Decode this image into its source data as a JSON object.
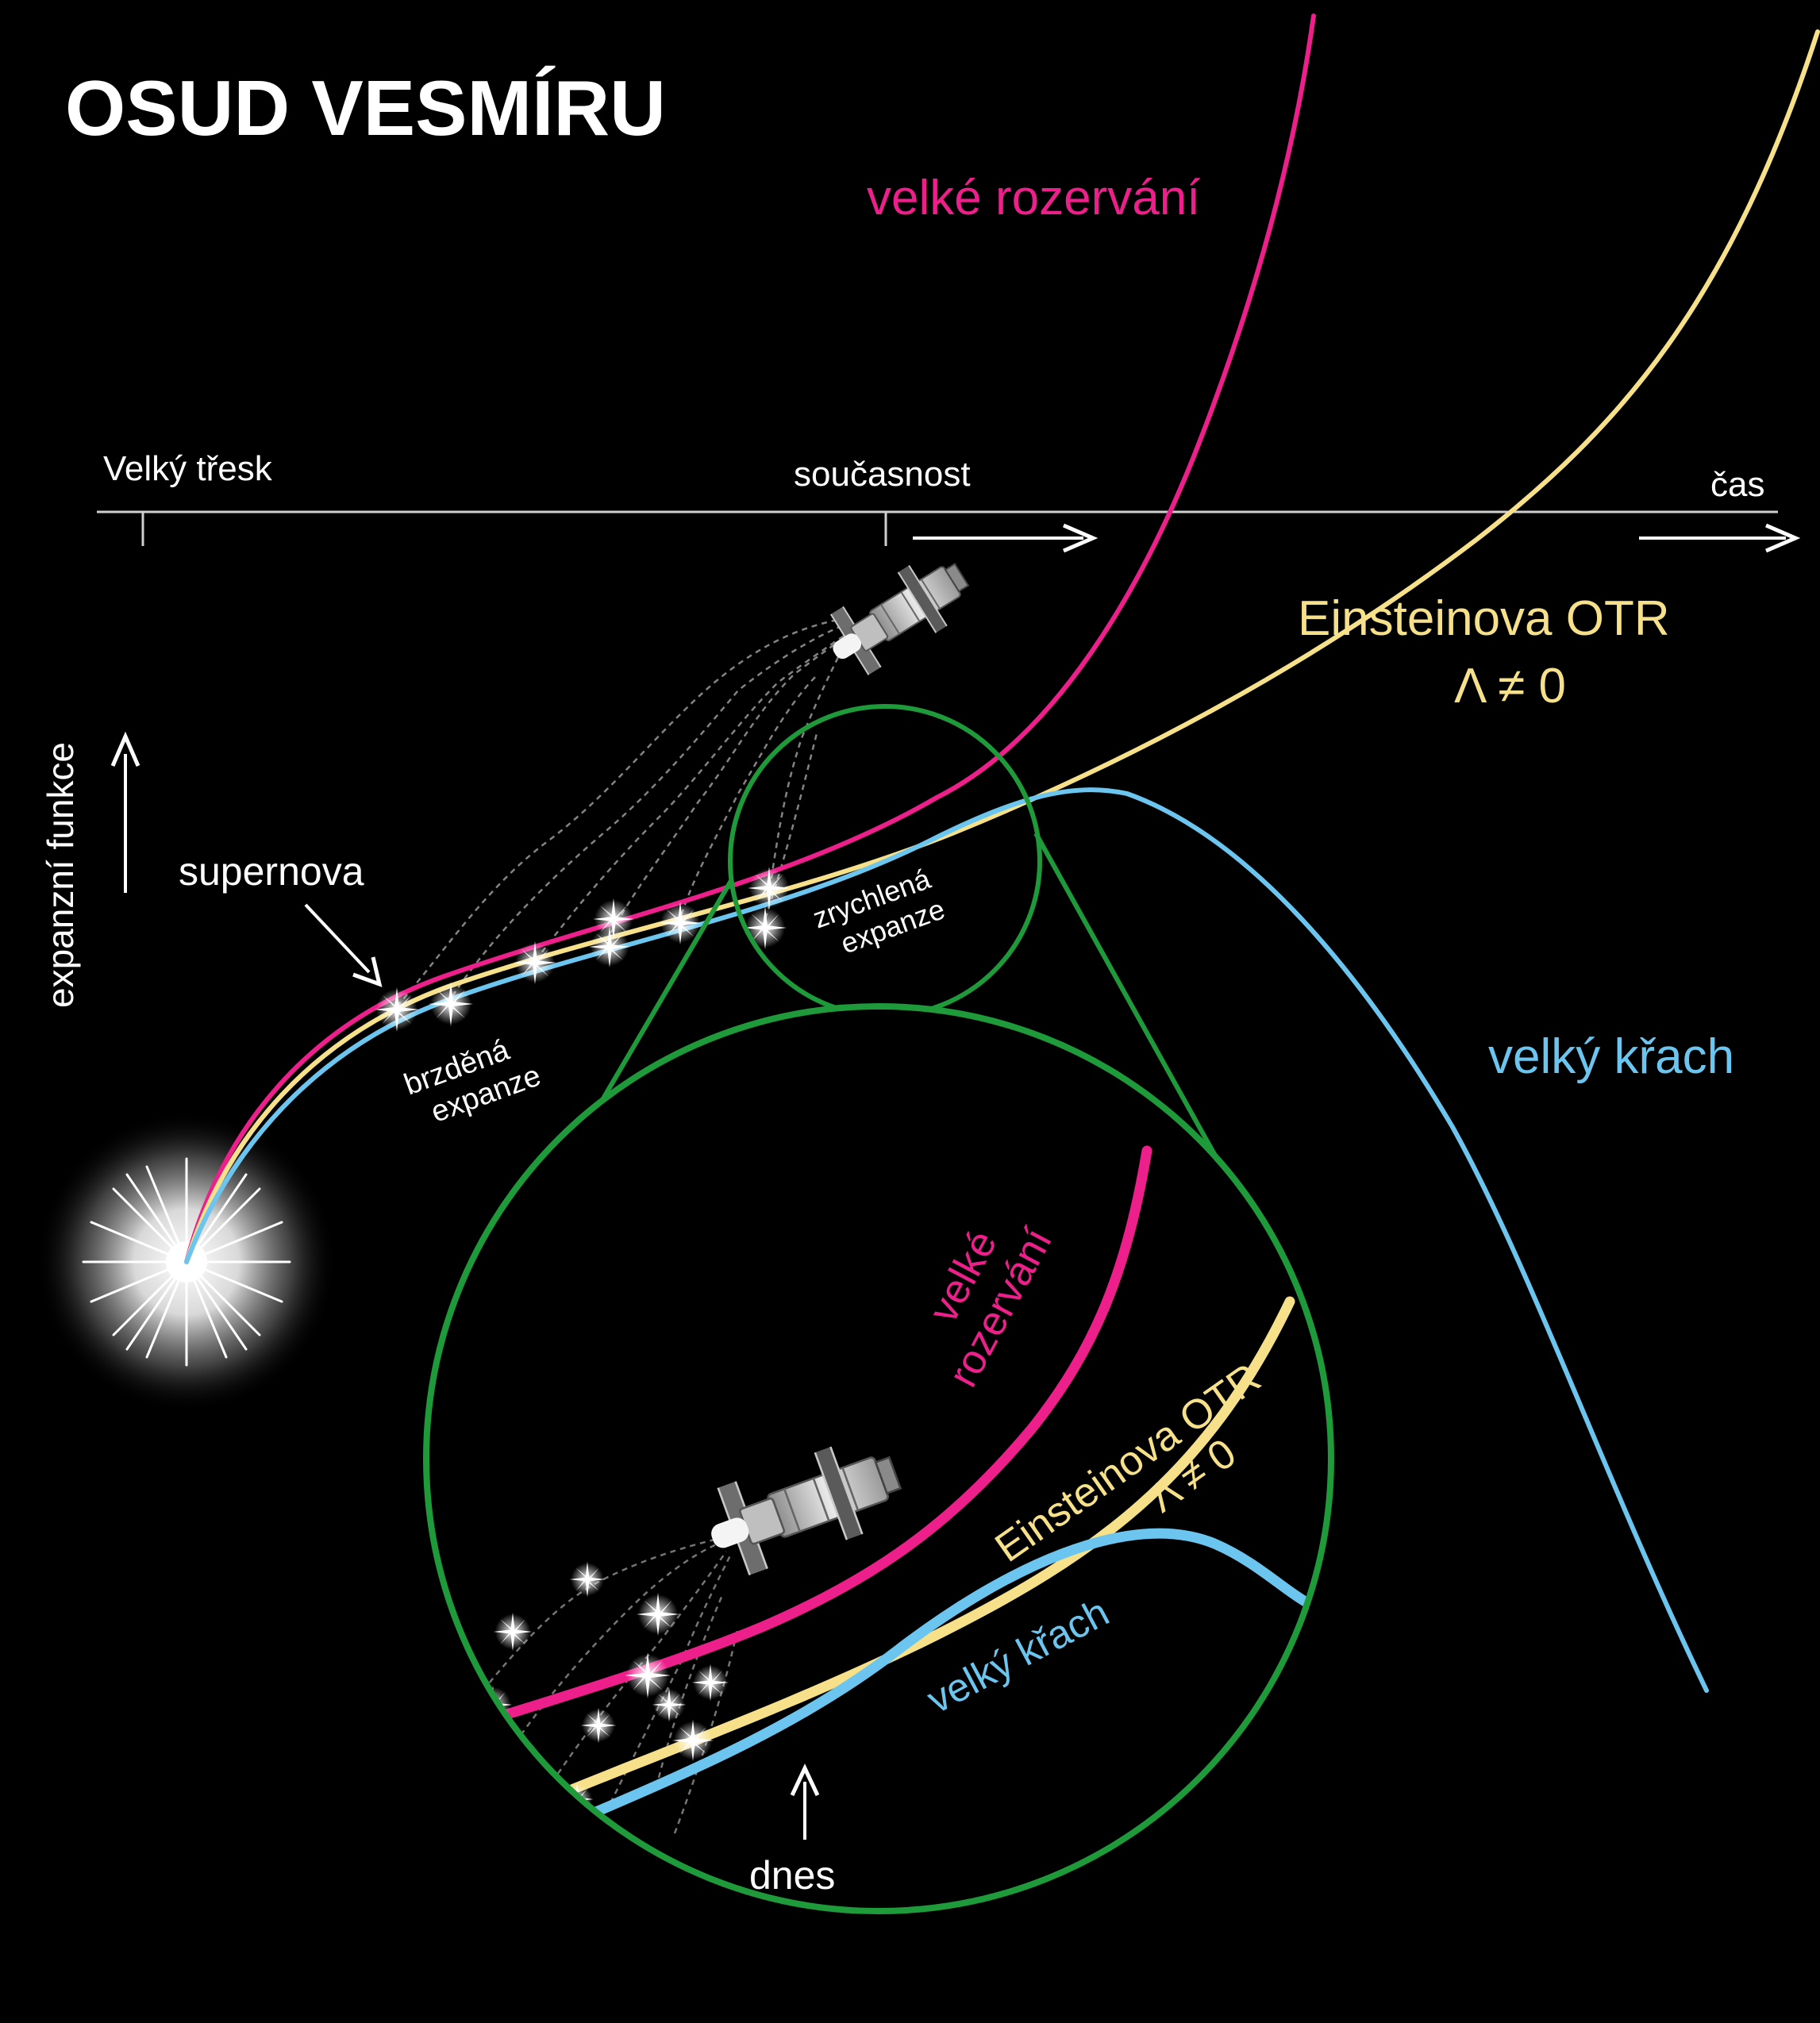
{
  "title": "OSUD VESMÍRU",
  "colors": {
    "background": "#000000",
    "big_rip": "#ec1f8b",
    "einstein": "#f6e08a",
    "big_crunch": "#6cc5ee",
    "zoom_circle": "#1f9a3a",
    "axis": "#cfcfcf",
    "text": "#ffffff"
  },
  "time_axis": {
    "big_bang_label": "Velký třesk",
    "present_label": "současnost",
    "time_label": "čas"
  },
  "y_axis": {
    "label": "expanzní funkce"
  },
  "curves": {
    "big_rip": "velké rozervání",
    "einstein_line1": "Einsteinova OTR",
    "einstein_line2": "Λ ≠ 0",
    "big_crunch": "velký křach"
  },
  "annotations": {
    "supernova": "supernova",
    "decelerated_line1": "brzděná",
    "decelerated_line2": "expanze",
    "accelerated_line1": "zrychlená",
    "accelerated_line2": "expanze"
  },
  "zoom": {
    "big_rip_line1": "velké",
    "big_rip_line2": "rozervání",
    "einstein_line1": "Einsteinova OTR",
    "einstein_line2": "Λ ≠ 0",
    "big_crunch": "velký křach",
    "today": "dnes"
  },
  "icons": {
    "telescope": "hubble-telescope-icon",
    "big_bang": "big-bang-burst-icon",
    "supernova": "supernova-star-icon"
  }
}
